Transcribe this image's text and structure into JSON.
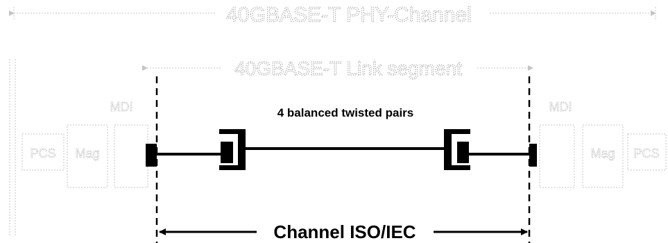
{
  "diagram": {
    "phy_channel_label": "40GBASE-T PHY-Channel",
    "link_segment_label": "40GBASE-T Link segment",
    "pairs_label": "4 balanced twisted pairs",
    "channel_label": "Channel ISO/IEC",
    "left_side": {
      "mdi_label": "MDI",
      "pcs_label": "PCS",
      "mag_label": "Mag"
    },
    "right_side": {
      "mdi_label": "MDI",
      "pcs_label": "PCS",
      "mag_label": "Mag"
    },
    "colors": {
      "ink": "#000000",
      "faint": "#c4c4c4",
      "background": "#ffffff"
    }
  }
}
